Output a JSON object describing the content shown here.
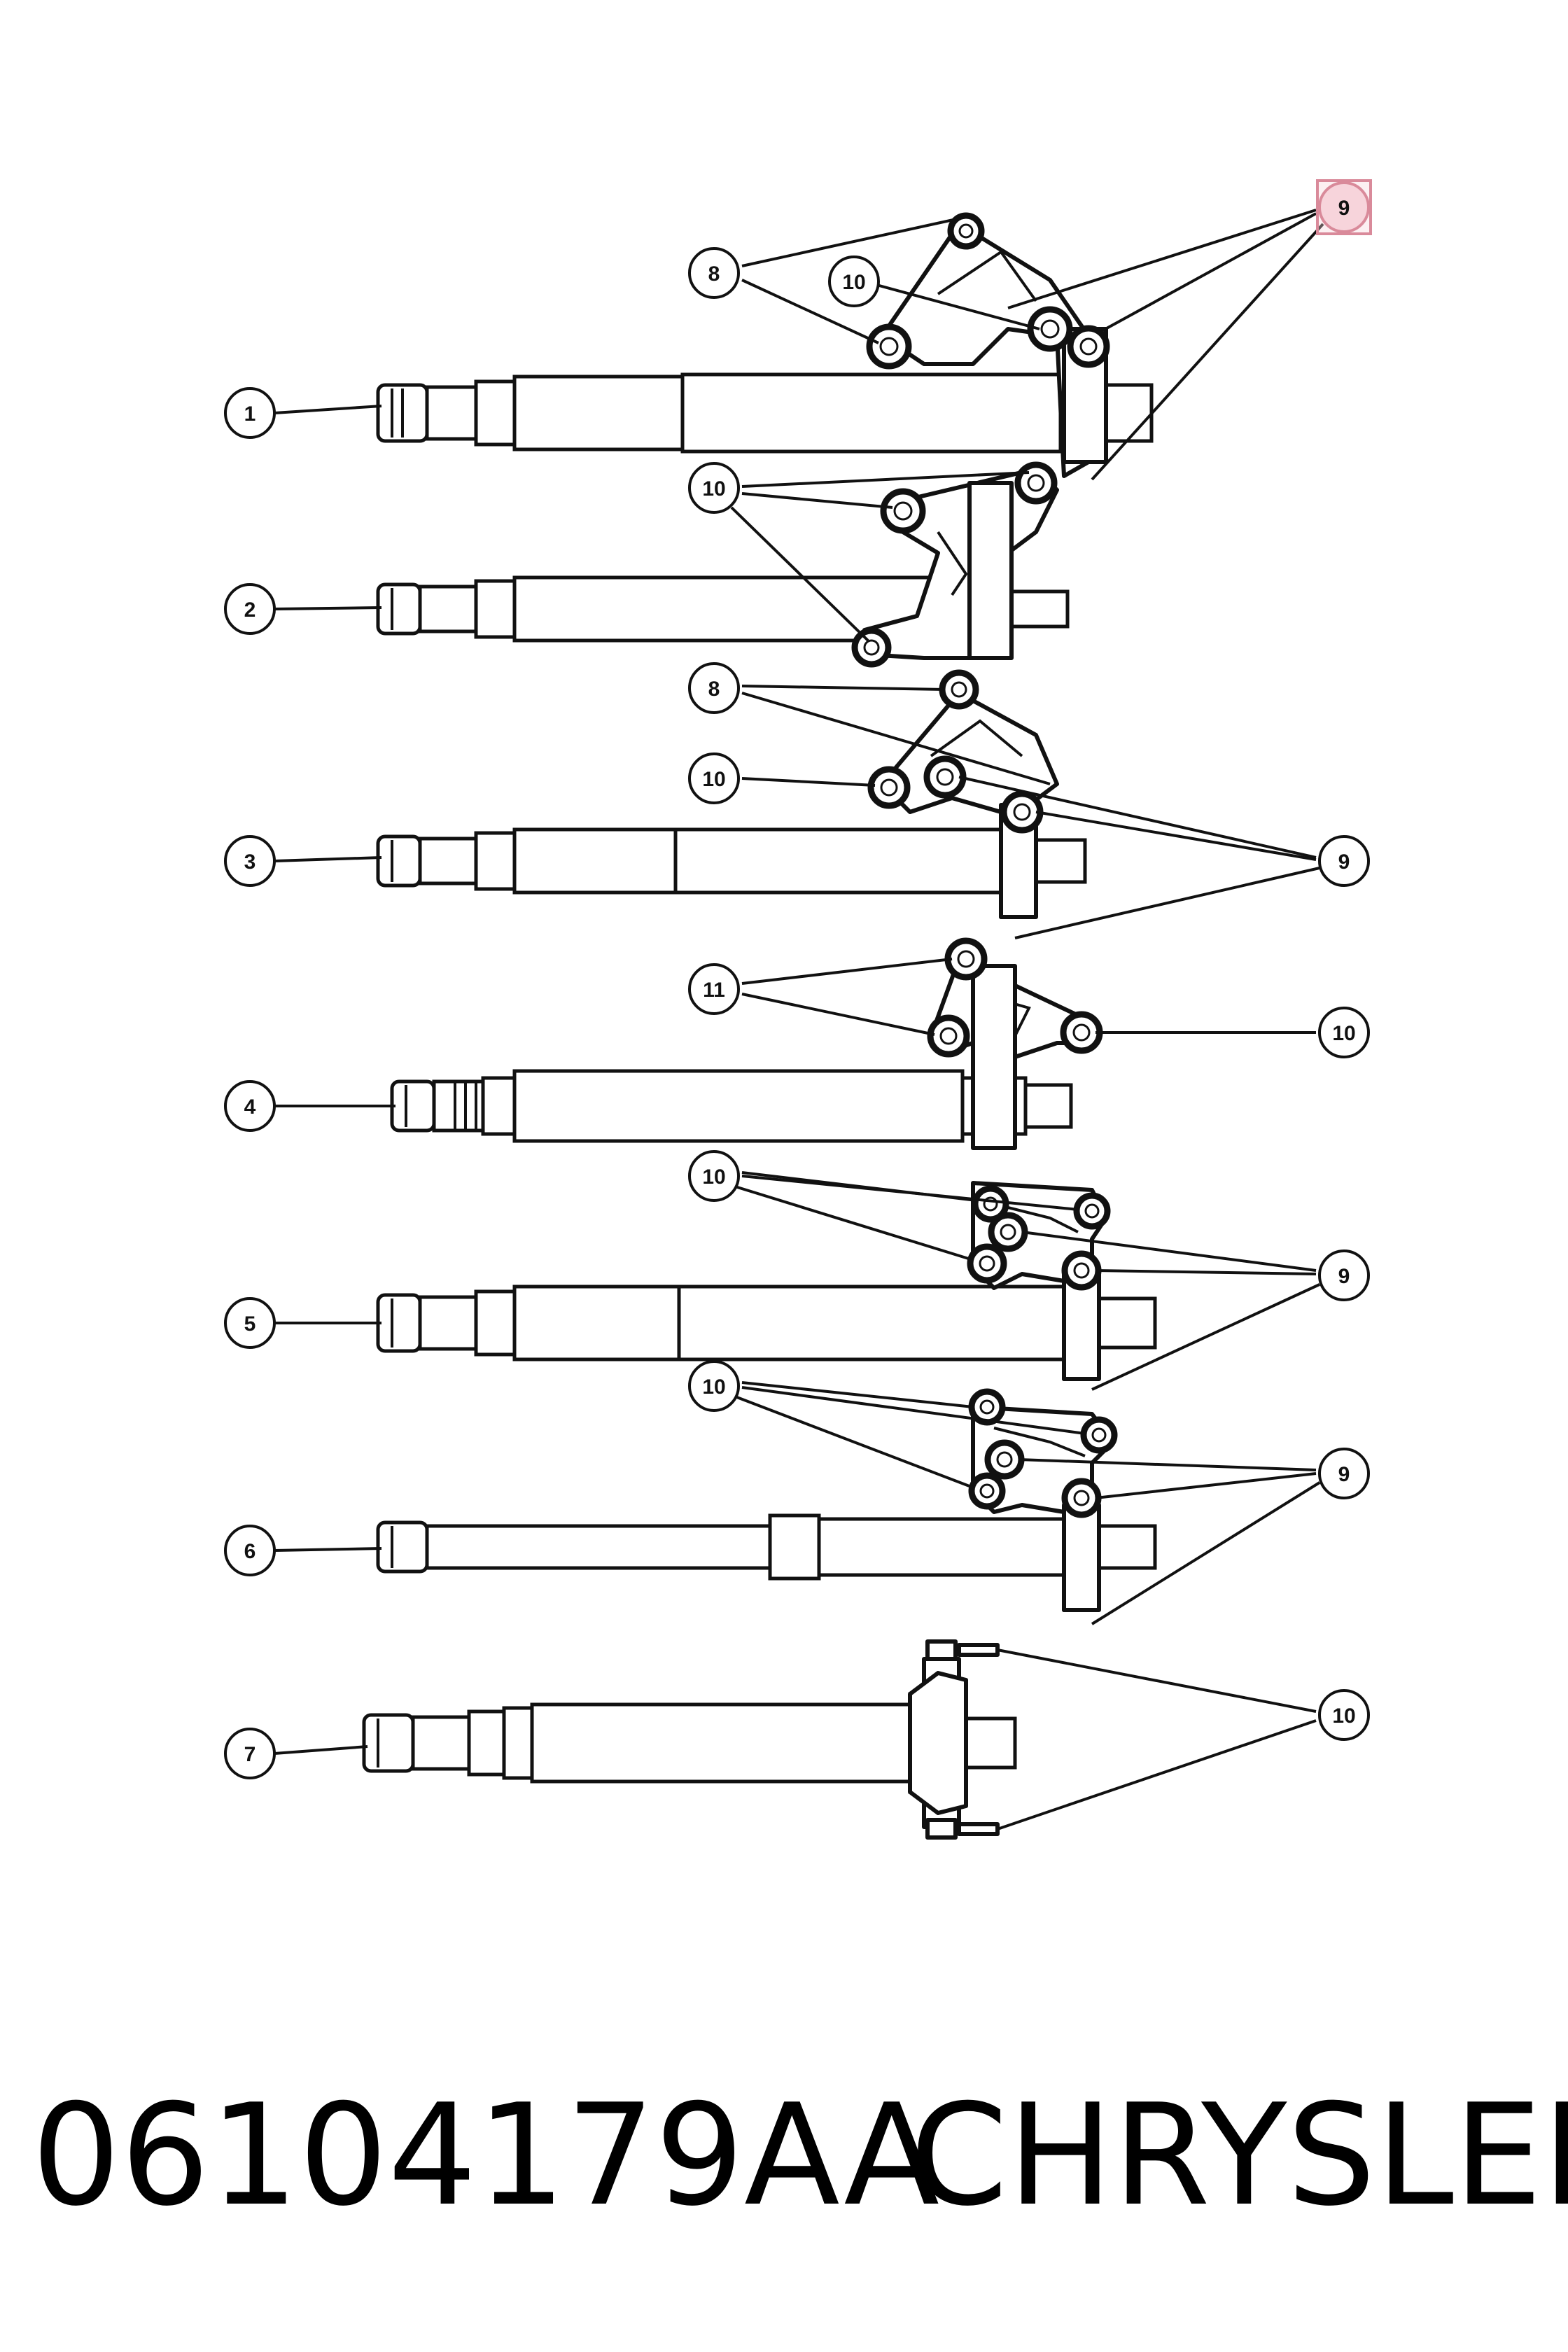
{
  "diagram": {
    "callouts": {
      "c1": "1",
      "c2": "2",
      "c3": "3",
      "c4": "4",
      "c5": "5",
      "c6": "6",
      "c7": "7",
      "c8a": "8",
      "c8b": "8",
      "c9a": "9",
      "c9b": "9",
      "c9c": "9",
      "c9d": "9",
      "c10a": "10",
      "c10b": "10",
      "c10c": "10",
      "c10d": "10",
      "c10e": "10",
      "c10f": "10",
      "c10g": "10",
      "c11": "11"
    },
    "highlight_color": "#f7d4db"
  },
  "footer": {
    "part_number": "06104179AA",
    "brand": "CHRYSLER"
  }
}
